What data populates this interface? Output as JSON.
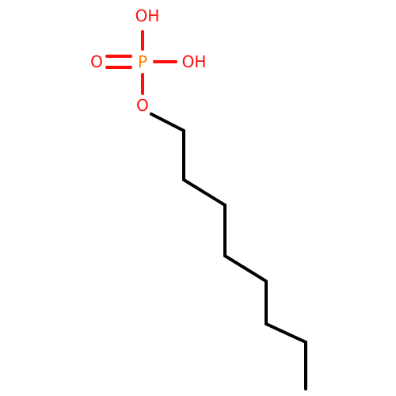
{
  "colors": {
    "bond": "#000000",
    "oxygen": "#ff0d0d",
    "phosphorus": "#ff8000"
  },
  "atoms": {
    "oh_top": "OH",
    "oh_right": "OH",
    "o_double": "O",
    "p": "P",
    "o_ester": "O"
  }
}
